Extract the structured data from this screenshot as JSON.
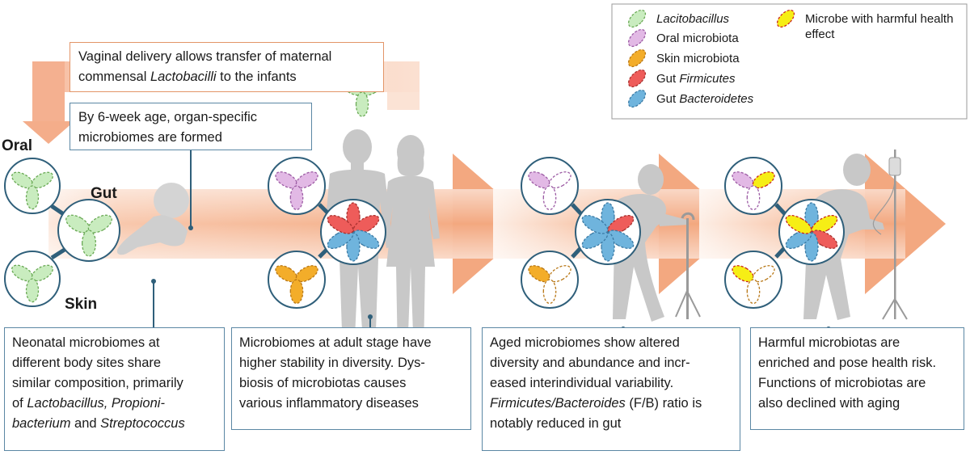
{
  "legend": {
    "items": [
      {
        "id": "lacto",
        "text": "Lacitobacillus",
        "italic": true,
        "fill": "#c9ecbf",
        "stroke": "#6aa955"
      },
      {
        "id": "oral",
        "text": "Oral microbiota",
        "fill": "#e2b9e5",
        "stroke": "#9b5aa3"
      },
      {
        "id": "skin",
        "text": "Skin microbiota",
        "fill": "#f3ad2a",
        "stroke": "#b87716"
      },
      {
        "id": "firm",
        "prefix": "Gut ",
        "text": "Firmicutes",
        "italic": true,
        "fill": "#ee5c5a",
        "stroke": "#a8312f"
      },
      {
        "id": "bact",
        "prefix": "Gut ",
        "text": "Bacteroidetes",
        "italic": true,
        "fill": "#6fb4dd",
        "stroke": "#3b7aa4"
      },
      {
        "id": "harm",
        "text": "Microbe with harmful health effect",
        "fill": "#f6ee15",
        "stroke": "#c8251f"
      }
    ]
  },
  "labels": {
    "oral": "Oral",
    "gut": "Gut",
    "skin": "Skin"
  },
  "callouts": {
    "vaginal": {
      "before": "Vaginal delivery allows transfer of maternal commensal ",
      "em": "Lactobacilli",
      "after": " to the infants"
    },
    "six_week": "By 6-week age, organ-specific microbiomes are formed"
  },
  "stages": [
    {
      "id": "neonatal",
      "parts": [
        {
          "t": "Neonatal microbiomes at"
        },
        {
          "t": "different body sites share"
        },
        {
          "t": "similar composition, primarily"
        },
        {
          "t": "of "
        },
        {
          "t": "Lactobacillus, Propioni-",
          "em": true
        },
        {
          "t": "bacterium",
          "em": true
        },
        {
          "t": " and "
        },
        {
          "t": "Streptococcus",
          "em": true
        }
      ]
    },
    {
      "id": "adult",
      "lines": [
        "Microbiomes at adult stage have",
        "higher stability in diversity. Dys-",
        "biosis of microbiotas causes",
        "various inflammatory diseases"
      ]
    },
    {
      "id": "aged",
      "lines": [
        "Aged microbiomes show altered",
        "diversity and abundance and incr-",
        "eased interindividual variability."
      ],
      "em_line": "Firmicutes/Bacteroides",
      "em_line_rest": " (F/B) ratio is",
      "last_line": "notably reduced in gut"
    },
    {
      "id": "elderly",
      "lines": [
        "Harmful microbiotas are",
        "enriched and pose health risk.",
        "Functions of microbiotas are",
        "also declined with aging"
      ]
    }
  ],
  "colors": {
    "arrow": "#f2a982",
    "arrow_light": "#fbe1d2",
    "silhouette": "#c9c9c9",
    "line": "#2f5f7a",
    "box_border": "#5b87a4"
  }
}
